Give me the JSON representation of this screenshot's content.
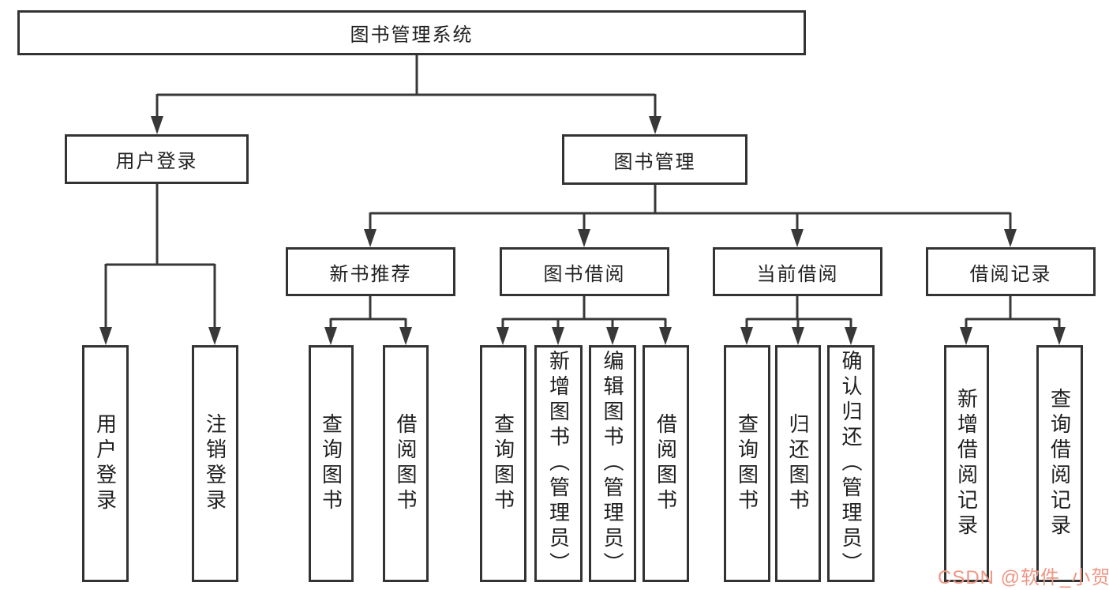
{
  "diagram": {
    "title": "图书管理系统",
    "colors": {
      "line": "#383838",
      "box_border": "#333333",
      "text": "#1f1f1f",
      "watermark": "#ef9684"
    },
    "root": {
      "label": "图书管理系统"
    },
    "level2": [
      {
        "id": "user-login",
        "label": "用户登录"
      },
      {
        "id": "book-management",
        "label": "图书管理"
      }
    ],
    "level3": [
      {
        "id": "new-book-recommendation",
        "label": "新书推荐",
        "parent": "book-management"
      },
      {
        "id": "book-borrowing",
        "label": "图书借阅",
        "parent": "book-management"
      },
      {
        "id": "current-borrowing",
        "label": "当前借阅",
        "parent": "book-management"
      },
      {
        "id": "borrowing-records",
        "label": "借阅记录",
        "parent": "book-management"
      }
    ],
    "leaves": [
      {
        "parent": "user-login",
        "label": "用户登录"
      },
      {
        "parent": "user-login",
        "label": "注销登录"
      },
      {
        "parent": "new-book-recommendation",
        "label": "查询图书"
      },
      {
        "parent": "new-book-recommendation",
        "label": "借阅图书"
      },
      {
        "parent": "book-borrowing",
        "label": "查询图书"
      },
      {
        "parent": "book-borrowing",
        "label": "新增图书（管理员）"
      },
      {
        "parent": "book-borrowing",
        "label": "编辑图书（管理员）"
      },
      {
        "parent": "book-borrowing",
        "label": "借阅图书"
      },
      {
        "parent": "current-borrowing",
        "label": "查询图书"
      },
      {
        "parent": "current-borrowing",
        "label": "归还图书"
      },
      {
        "parent": "current-borrowing",
        "label": "确认归还（管理员）"
      },
      {
        "parent": "borrowing-records",
        "label": "新增借阅记录"
      },
      {
        "parent": "borrowing-records",
        "label": "查询借阅记录"
      }
    ]
  },
  "watermark": {
    "text": "CSDN @软件_小贺同学",
    "color": "#ef9684"
  }
}
